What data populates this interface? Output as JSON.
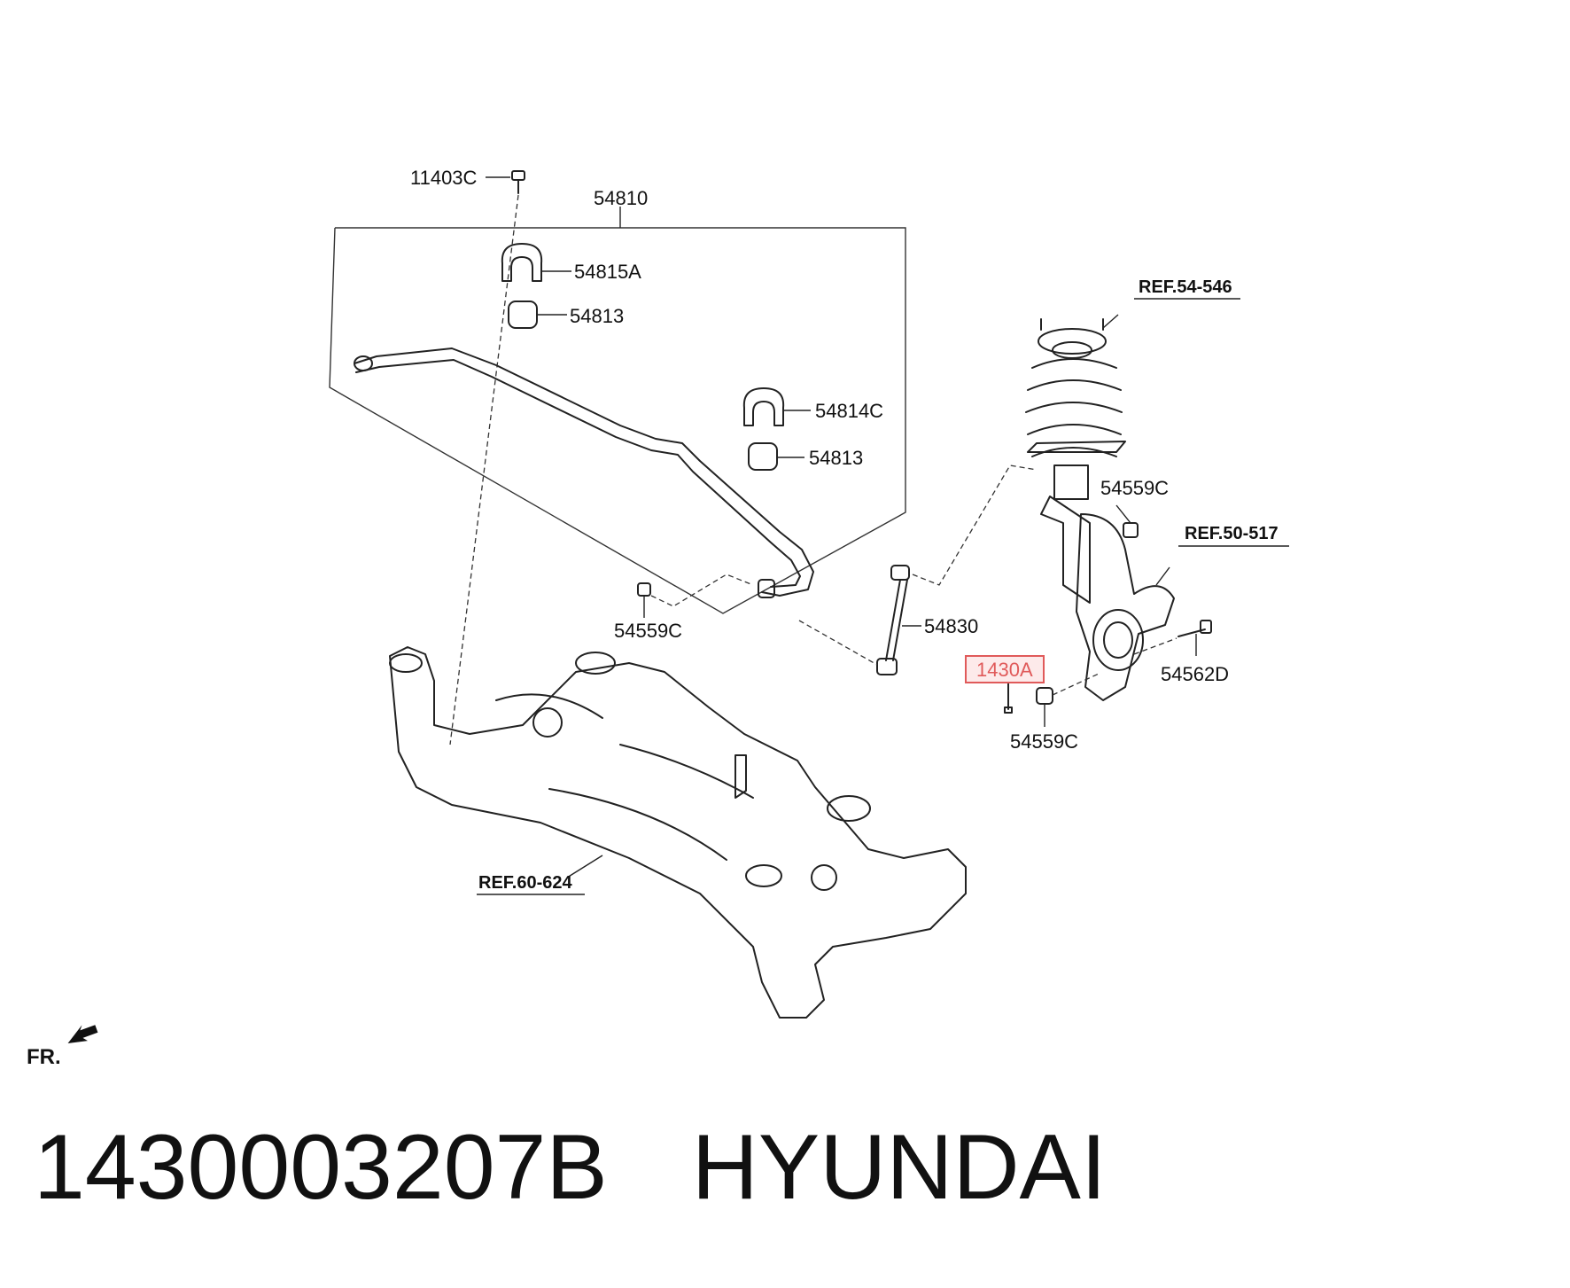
{
  "labels": {
    "l11403c": "11403C",
    "l54810": "54810",
    "l54815a": "54815A",
    "l54813a": "54813",
    "l54814c": "54814C",
    "l54813b": "54813",
    "l54559c_a": "54559C",
    "l54830": "54830",
    "l1430a": "1430A",
    "l54559c_b": "54559C",
    "l54559c_c": "54559C",
    "l54562d": "54562D"
  },
  "refs": {
    "r54546": "REF.54-546",
    "r50517": "REF.50-517",
    "r60624": "REF.60-624"
  },
  "direction": {
    "label": "FR."
  },
  "caption": {
    "part_number": "1430003207B",
    "brand": "HYUNDAI"
  },
  "colors": {
    "highlight": "#e05a5a",
    "line": "#222222"
  }
}
